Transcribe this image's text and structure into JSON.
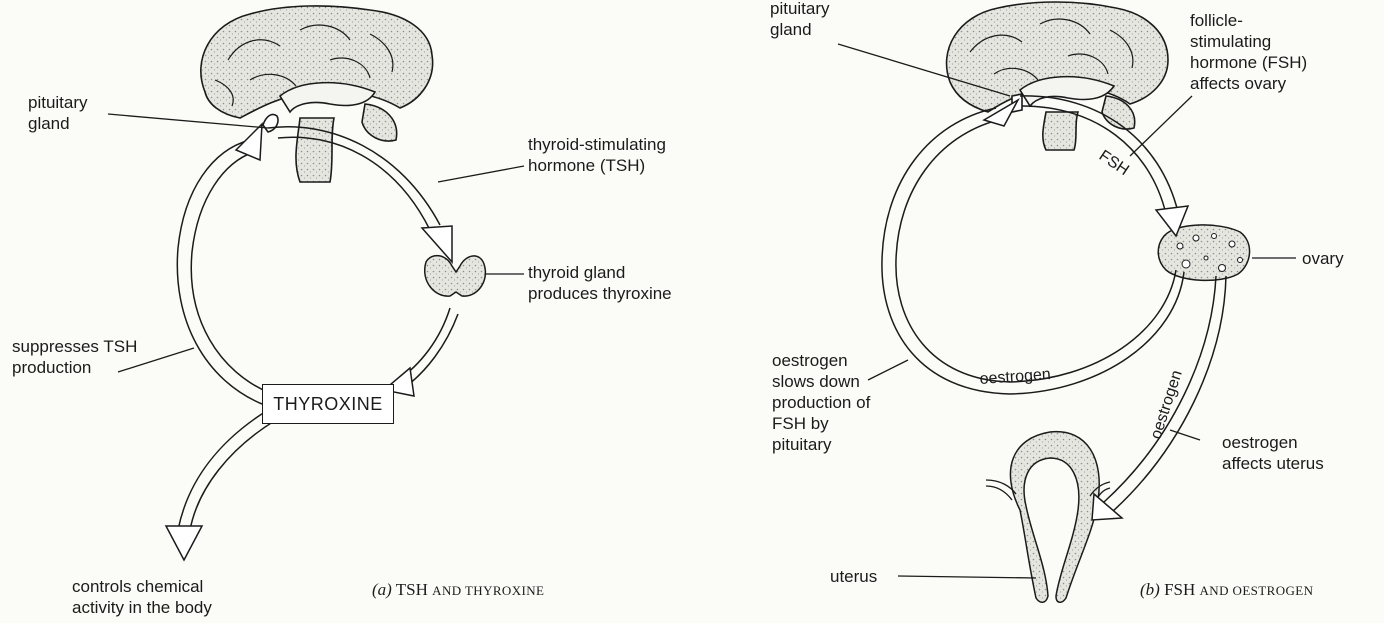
{
  "panel_a": {
    "labels": {
      "pituitary_gland": [
        "pituitary",
        "gland"
      ],
      "tsh": [
        "thyroid-stimulating",
        "hormone (TSH)"
      ],
      "thyroid_gland": [
        "thyroid gland",
        "produces thyroxine"
      ],
      "suppresses": [
        "suppresses TSH",
        "production"
      ],
      "controls": [
        "controls chemical",
        "activity in the body"
      ]
    },
    "box_label": "THYROXINE",
    "caption": {
      "letter": "(a)",
      "main": "TSH",
      "rest": "AND THYROXINE"
    }
  },
  "panel_b": {
    "labels": {
      "pituitary_gland": [
        "pituitary",
        "gland"
      ],
      "fsh_affects": [
        "follicle-",
        "stimulating",
        "hormone (FSH)",
        "affects ovary"
      ],
      "ovary": "ovary",
      "oestrogen_slows": [
        "oestrogen",
        "slows down",
        "production of",
        "FSH by",
        "pituitary"
      ],
      "oestrogen_affects": [
        "oestrogen",
        "affects uterus"
      ],
      "uterus": "uterus"
    },
    "arrow_texts": {
      "fsh": "FSH",
      "oestrogen_loop": "oestrogen",
      "oestrogen_down": "oestrogen"
    },
    "caption": {
      "letter": "(b)",
      "main": "FSH",
      "rest": "AND OESTROGEN"
    }
  },
  "colors": {
    "ink": "#1b1b1b",
    "stipple": "#9a9a94",
    "organ_fill": "#e2e2dc",
    "paper": "#fbfbf8"
  }
}
